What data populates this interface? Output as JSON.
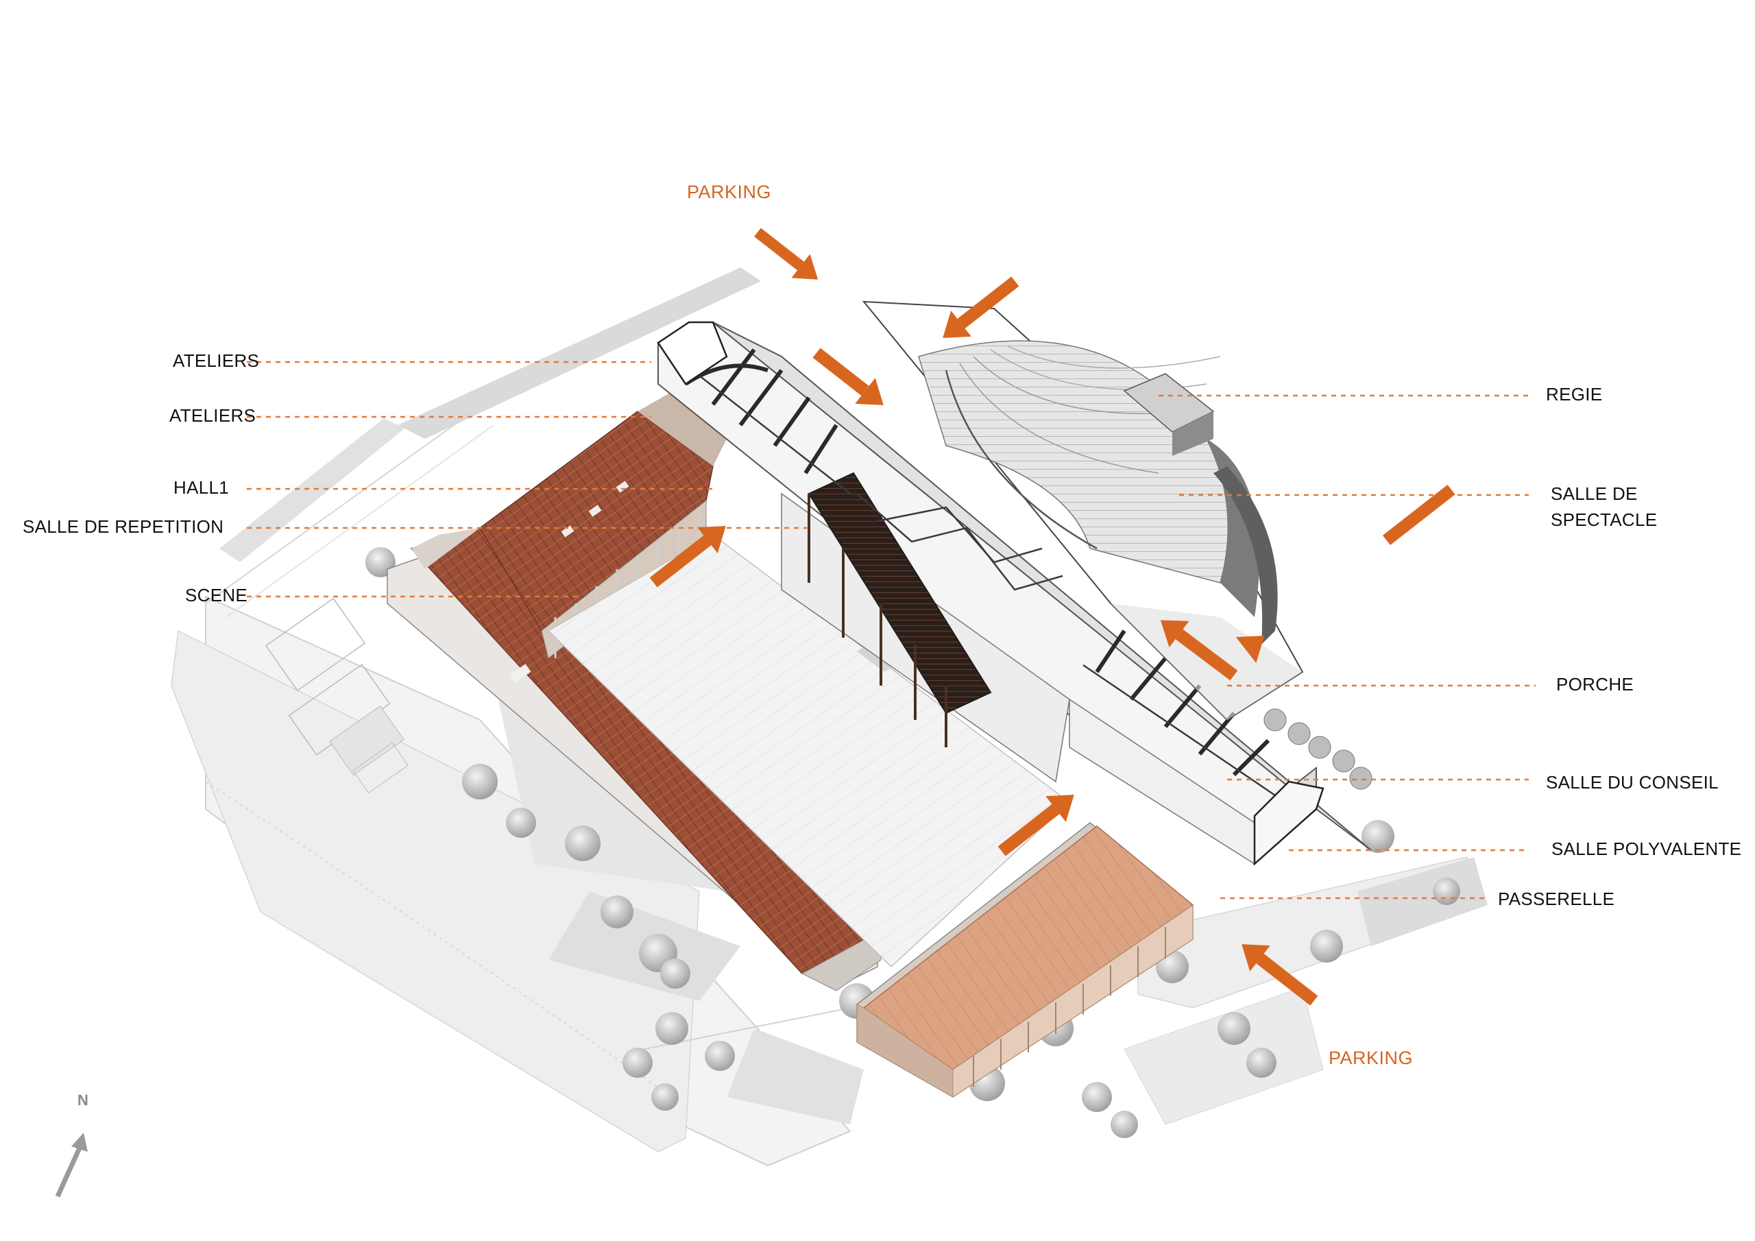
{
  "labels_left": [
    {
      "id": "ateliers-1",
      "text": "ATELIERS"
    },
    {
      "id": "ateliers-2",
      "text": "ATELIERS"
    },
    {
      "id": "hall1",
      "text": "HALL1"
    },
    {
      "id": "salle-repetition",
      "text": "SALLE DE REPETITION"
    },
    {
      "id": "scene",
      "text": "SCENE"
    }
  ],
  "labels_right": [
    {
      "id": "regie",
      "text": "REGIE"
    },
    {
      "id": "salle-spectacle-1",
      "text": "SALLE DE"
    },
    {
      "id": "salle-spectacle-2",
      "text": "SPECTACLE"
    },
    {
      "id": "porche",
      "text": "PORCHE"
    },
    {
      "id": "salle-conseil",
      "text": "SALLE DU CONSEIL"
    },
    {
      "id": "salle-polyvalente",
      "text": "SALLE POLYVALENTE"
    },
    {
      "id": "passerelle",
      "text": "PASSERELLE"
    }
  ],
  "parking": {
    "top": "PARKING",
    "bottom": "PARKING"
  },
  "compass": {
    "letter": "N"
  },
  "colors": {
    "accent": "#d8661f",
    "roof_terracotta": "#a8573a",
    "roof_copper": "#d9a07c",
    "structure": "#2a2a2a",
    "plan_gray": "#b8b8b8"
  }
}
